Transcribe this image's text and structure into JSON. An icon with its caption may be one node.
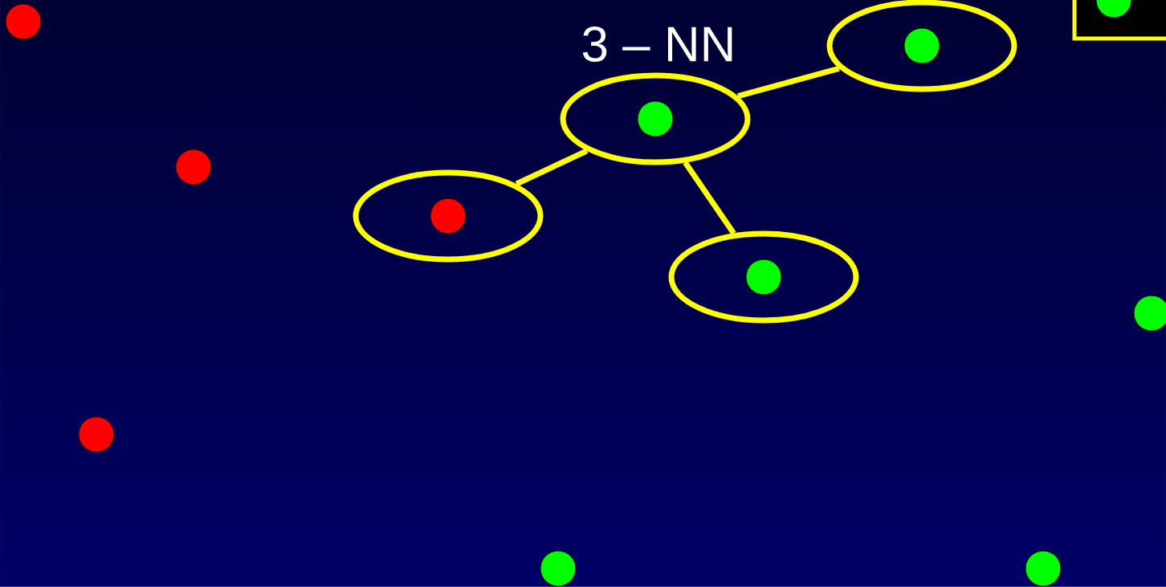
{
  "diagram": {
    "title": "3 – NN",
    "nodes": [
      {
        "text": [],
        "shape": "ellipse"
      },
      {
        "text": [],
        "shape": "ellipse"
      },
      {
        "text": [],
        "shape": "ellipse"
      },
      {
        "text": [],
        "shape": "ellipse"
      }
    ],
    "edges": [
      {
        "from": 1,
        "to": 0,
        "arrow": "none"
      },
      {
        "from": 1,
        "to": 2,
        "arrow": "none"
      },
      {
        "from": 1,
        "to": 3,
        "arrow": "none"
      }
    ]
  }
}
